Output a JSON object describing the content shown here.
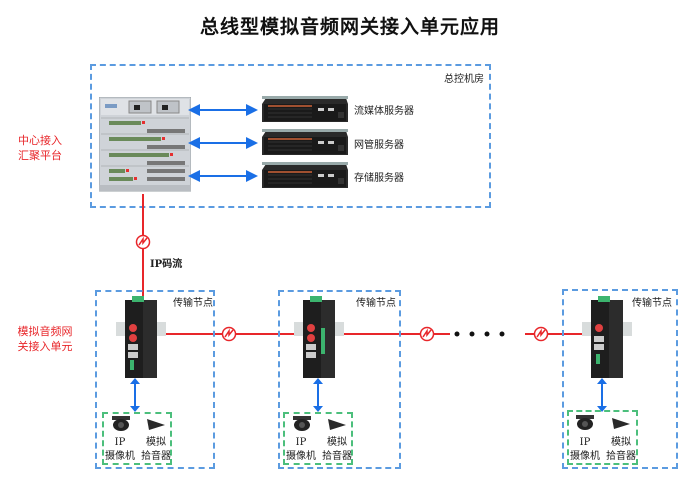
{
  "title": "总线型模拟音频网关接入单元应用",
  "control_room": {
    "label": "总控机房",
    "servers": [
      {
        "label": "流媒体服务器"
      },
      {
        "label": "网管服务器"
      },
      {
        "label": "存储服务器"
      }
    ]
  },
  "side_labels": {
    "center": "中心接入\n汇聚平台",
    "gateway": "模拟音频网\n关接入单元"
  },
  "uplink_label": "IP码流",
  "nodes": [
    {
      "label": "传输节点",
      "camera": "IP\n摄像机",
      "mic": "模拟\n拾音器"
    },
    {
      "label": "传输节点",
      "camera": "IP\n摄像机",
      "mic": "模拟\n拾音器"
    },
    {
      "label": "传输节点",
      "camera": "IP\n摄像机",
      "mic": "模拟\n拾音器"
    }
  ],
  "colors": {
    "fiber_line": "#e8262a",
    "arrow": "#1a6fe6",
    "room_border": "#5b9be0",
    "device_border": "#4cbf7c"
  }
}
